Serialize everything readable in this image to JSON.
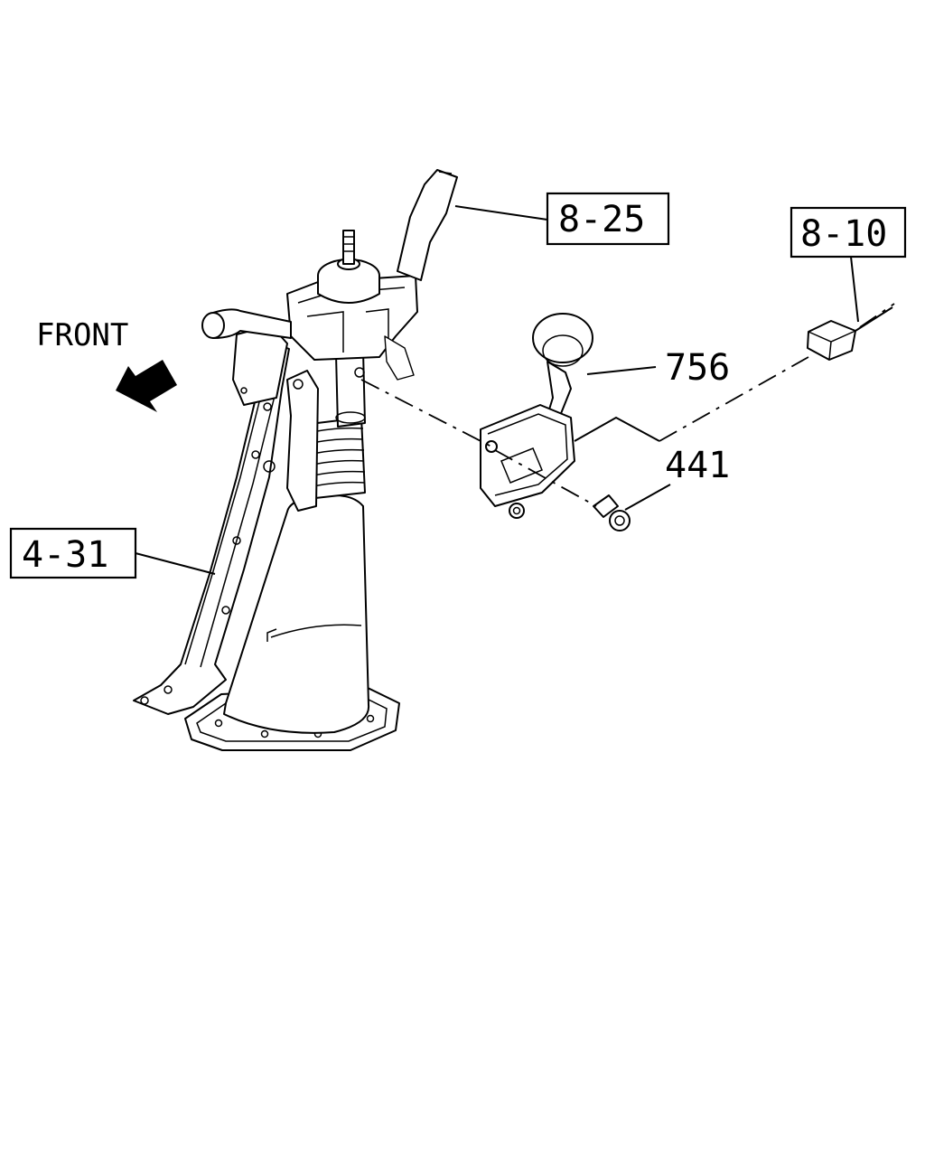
{
  "diagram": {
    "front_label": "FRONT",
    "callouts": {
      "c_8_25": "8-25",
      "c_8_10": "8-10",
      "c_756": "756",
      "c_441": "441",
      "c_4_31": "4-31"
    },
    "icons": {
      "front_arrow": "front-arrow-icon"
    }
  }
}
